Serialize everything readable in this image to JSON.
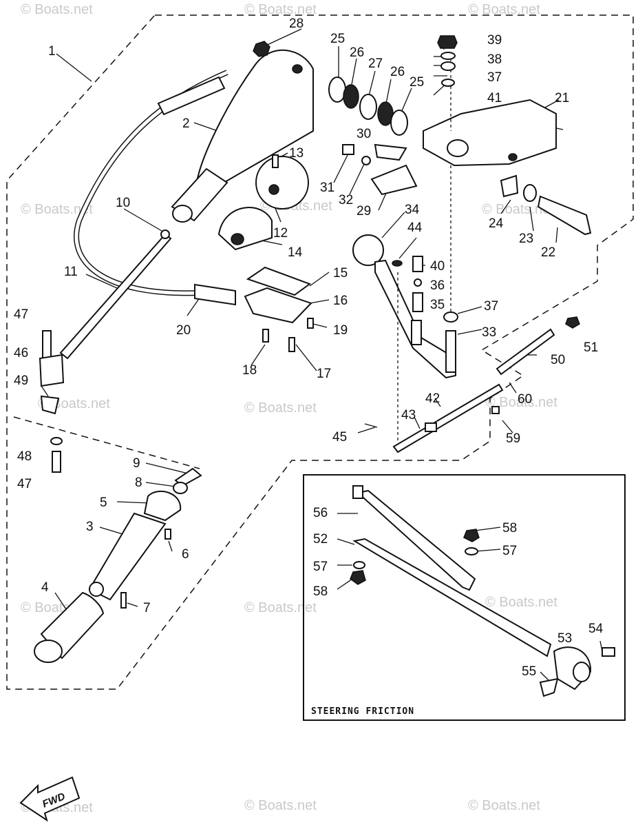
{
  "watermark": "© Boats.net",
  "inset_title": "STEERING FRICTION",
  "fwd_label": "FWD",
  "callouts": {
    "n1": "1",
    "n2": "2",
    "n3": "3",
    "n4": "4",
    "n5": "5",
    "n6": "6",
    "n7": "7",
    "n8": "8",
    "n9": "9",
    "n10": "10",
    "n11": "11",
    "n12": "12",
    "n13": "13",
    "n14": "14",
    "n15": "15",
    "n16": "16",
    "n17": "17",
    "n18": "18",
    "n19": "19",
    "n20": "20",
    "n21": "21",
    "n22": "22",
    "n23": "23",
    "n24": "24",
    "n25a": "25",
    "n25b": "25",
    "n26a": "26",
    "n26b": "26",
    "n27": "27",
    "n28": "28",
    "n29": "29",
    "n30": "30",
    "n31": "31",
    "n32": "32",
    "n33": "33",
    "n34": "34",
    "n35": "35",
    "n36": "36",
    "n37a": "37",
    "n37b": "37",
    "n38": "38",
    "n39": "39",
    "n40": "40",
    "n41": "41",
    "n42": "42",
    "n43": "43",
    "n44": "44",
    "n45": "45",
    "n46": "46",
    "n47a": "47",
    "n47b": "47",
    "n48": "48",
    "n49": "49",
    "n50": "50",
    "n51": "51",
    "n52": "52",
    "n53": "53",
    "n54": "54",
    "n55": "55",
    "n56": "56",
    "n57a": "57",
    "n57b": "57",
    "n58a": "58",
    "n58b": "58",
    "n59": "59",
    "n60": "60"
  }
}
